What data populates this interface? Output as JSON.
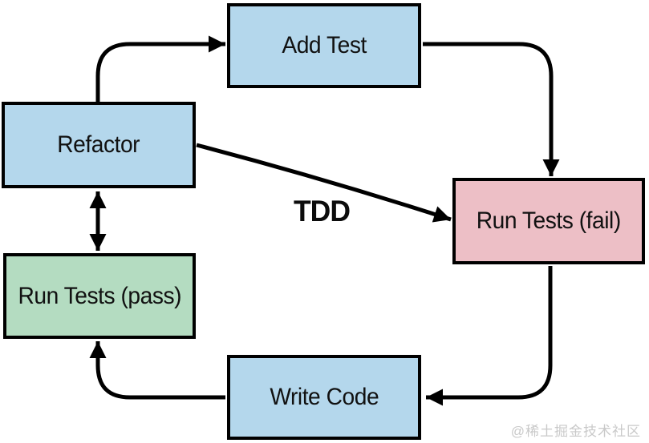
{
  "diagram": {
    "center_label": "TDD",
    "nodes": [
      {
        "id": "add-test",
        "label": "Add Test",
        "fill": "#b4d7ec"
      },
      {
        "id": "refactor",
        "label": "Refactor",
        "fill": "#b4d7ec"
      },
      {
        "id": "run-tests-fail",
        "label": "Run Tests (fail)",
        "fill": "#edbfc6"
      },
      {
        "id": "run-tests-pass",
        "label": "Run Tests (pass)",
        "fill": "#b4dcc1"
      },
      {
        "id": "write-code",
        "label": "Write Code",
        "fill": "#b4d7ec"
      }
    ],
    "edges": [
      {
        "from": "refactor",
        "to": "add-test",
        "style": "elbow-up-then-right"
      },
      {
        "from": "add-test",
        "to": "run-tests-fail",
        "style": "elbow-right-then-down"
      },
      {
        "from": "refactor",
        "to": "run-tests-fail",
        "style": "diagonal",
        "label": "TDD"
      },
      {
        "from": "refactor",
        "to": "run-tests-pass",
        "style": "double-headed-vertical"
      },
      {
        "from": "run-tests-fail",
        "to": "write-code",
        "style": "elbow-down-then-left"
      },
      {
        "from": "write-code",
        "to": "run-tests-pass",
        "style": "elbow-left-then-up"
      }
    ]
  },
  "watermark": "@稀土掘金技术社区",
  "colors": {
    "node_blue": "#b4d7ec",
    "node_pink": "#edbfc6",
    "node_green": "#b4dcc1",
    "stroke": "#000000",
    "background": "#ffffff",
    "watermark_gray": "#c9c9c9"
  }
}
